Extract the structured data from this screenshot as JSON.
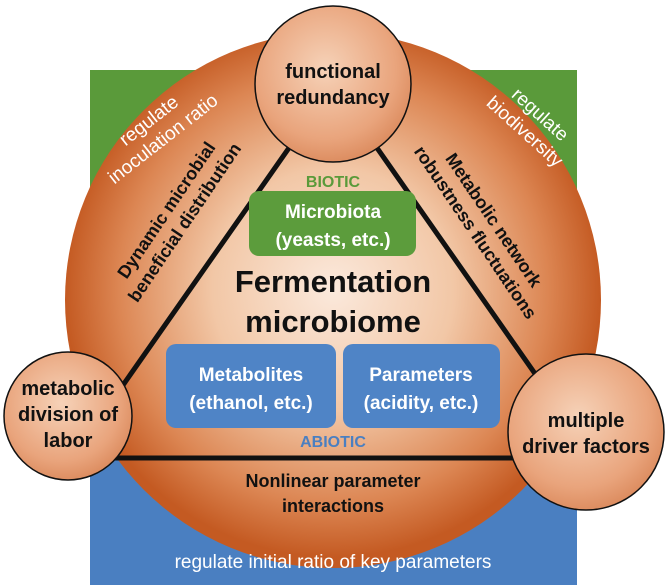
{
  "colors": {
    "green": "#5a9a3a",
    "blue": "#4a7fc1",
    "orange_dark": "#c45a22",
    "orange_light": "#f7d9c2",
    "node_fill": "#e6a07a",
    "box_green": "#5c9c3c",
    "box_blue": "#4f84c6",
    "biotic_label": "#5a9a3a",
    "abiotic_label": "#4a7fc1"
  },
  "regions": {
    "top_left": [
      "regulate",
      "inoculation ratio"
    ],
    "top_right": [
      "regulate",
      "biodiversity"
    ],
    "bottom": "regulate initial ratio of key parameters"
  },
  "center": {
    "line1": "Fermentation",
    "line2": "microbiome",
    "biotic_label": "BIOTIC",
    "abiotic_label": "ABIOTIC",
    "microbiota": [
      "Microbiota",
      "(yeasts, etc.)"
    ],
    "metabolites": [
      "Metabolites",
      "(ethanol, etc.)"
    ],
    "parameters": [
      "Parameters",
      "(acidity, etc.)"
    ]
  },
  "nodes": {
    "top": [
      "functional",
      "redundancy"
    ],
    "left": [
      "metabolic",
      "division of",
      "labor"
    ],
    "right": [
      "multiple",
      "driver factors"
    ]
  },
  "edges": {
    "left": [
      "Dynamic microbial",
      "beneficial distribution"
    ],
    "right": [
      "Metabolic network",
      "robustness fluctuations"
    ],
    "bottom": [
      "Nonlinear parameter",
      "interactions"
    ]
  }
}
